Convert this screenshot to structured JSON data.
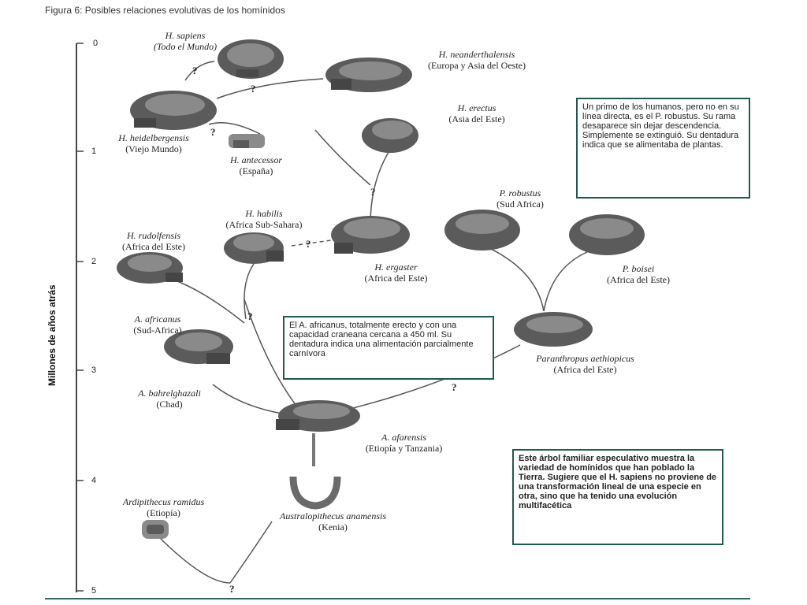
{
  "figure": {
    "title": "Figura 6: Posibles relaciones evolutivas de los homínidos",
    "axis_title": "Millones de años atrás",
    "ticks": [
      "0",
      "1",
      "2",
      "3",
      "4",
      "5"
    ]
  },
  "species": {
    "sapiens": {
      "name": "H. sapiens",
      "region": "(Todo el Mundo)"
    },
    "neanderthalensis": {
      "name": "H. neanderthalensis",
      "region": "(Europa y Asia del Oeste)"
    },
    "heidelbergensis": {
      "name": "H. heidelbergensis",
      "region": "(Viejo Mundo)"
    },
    "antecessor": {
      "name": "H. antecessor",
      "region": "(España)"
    },
    "erectus": {
      "name": "H. erectus",
      "region": "(Asia del Este)"
    },
    "habilis": {
      "name": "H. habilis",
      "region": "(Africa Sub-Sahara)"
    },
    "rudolfensis": {
      "name": "H. rudolfensis",
      "region": "(Africa del Este)"
    },
    "ergaster": {
      "name": "H. ergaster",
      "region": "(Africa del Este)"
    },
    "robustus": {
      "name": "P. robustus",
      "region": "(Sud Africa)"
    },
    "boisei": {
      "name": "P. boisei",
      "region": "(Africa del Este)"
    },
    "africanus": {
      "name": "A. africanus",
      "region": "(Sud-Africa)"
    },
    "aethiopicus": {
      "name": "Paranthropus aethiopicus",
      "region": "(Africa del Este)"
    },
    "bahrelghazali": {
      "name": "A. bahrelghazali",
      "region": "(Chad)"
    },
    "afarensis": {
      "name": "A. afarensis",
      "region": "(Etiopía y Tanzania)"
    },
    "ramidus": {
      "name": "Ardipithecus ramidus",
      "region": "(Etiopía)"
    },
    "anamensis": {
      "name": "Australopithecus anamensis",
      "region": "(Kenia)"
    }
  },
  "notes": {
    "robustus_note": "Un primo de los humanos, pero no en su línea directa, es el P. robustus. Su rama desaparece sin dejar descendencia. Simplemente se extinguió. Su dentadura indica que se alimentaba de plantas.",
    "africanus_note": "El A. africanus, totalmente erecto y con una capacidad craneana cercana a 450 ml. Su dentadura indica una alimentación parcialmente carnívora",
    "summary_note": "Este árbol familiar especulativo muestra la variedad de homínidos que han poblado la Tierra. Sugiere que el H. sapiens no proviene de una transformación lineal de una especie en otra, sino que ha tenido una evolución multifacética"
  },
  "question_mark": "?"
}
